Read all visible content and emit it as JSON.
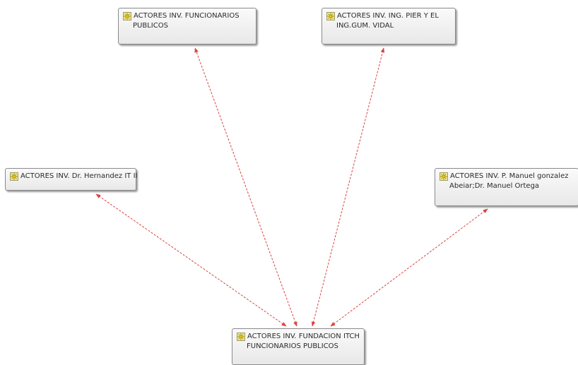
{
  "diagram": {
    "nodes": [
      {
        "id": "top-left",
        "line1": "ACTORES INV. FUNCIONARIOS",
        "line2": "PUBLICOS"
      },
      {
        "id": "top-right",
        "line1": "ACTORES INV. ING. PIER Y EL",
        "line2": "ING.GUM. VIDAL"
      },
      {
        "id": "left",
        "line1": "ACTORES INV. Dr. Hernandez IT II",
        "line2": ""
      },
      {
        "id": "right",
        "line1": "ACTORES INV. P. Manuel gonzalez",
        "line2": "Abeiar;Dr. Manuel Ortega"
      },
      {
        "id": "bottom",
        "line1": "ACTORES INV. FUNDACION ITCH",
        "line2": "FUNCIONARIOS PUBLICOS"
      }
    ],
    "links": [
      {
        "from": "bottom",
        "to": "top-left"
      },
      {
        "from": "bottom",
        "to": "top-right"
      },
      {
        "from": "bottom",
        "to": "left"
      },
      {
        "from": "bottom",
        "to": "right"
      }
    ],
    "link_color": "#d9443f",
    "node_icon": "sun-icon"
  }
}
